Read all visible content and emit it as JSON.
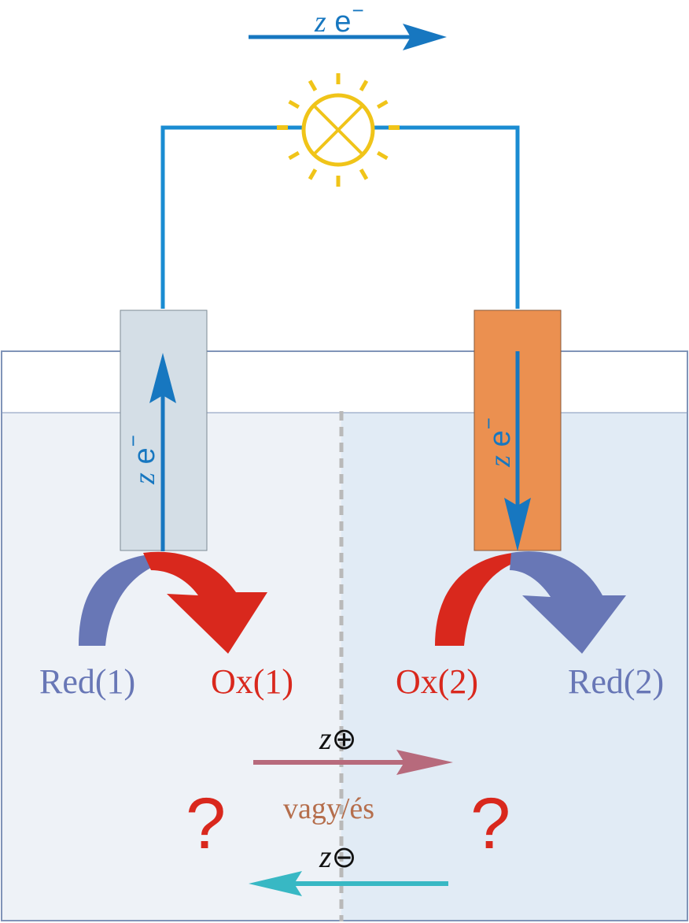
{
  "colors": {
    "wire": "#1a8cd2",
    "electron_arrow": "#1777c0",
    "lamp": "#f0c419",
    "left_electrode": "#d4dee6",
    "right_electrode": "#eb9050",
    "left_solution": "#eef2f7",
    "right_solution": "#e1ebf5",
    "tank_border": "#8094b8",
    "divider": "#b9b9b9",
    "red_species": "#6877b6",
    "ox_species": "#d9281d",
    "cation_arrow": "#b76a7c",
    "anion_arrow": "#38b8c4",
    "connector_text": "#b56e4c",
    "question": "#d9281d"
  },
  "electron_flow": {
    "top": {
      "z": "z",
      "e": "e",
      "charge": "−"
    },
    "left_electrode": {
      "z": "z",
      "e": "e",
      "charge": "−"
    },
    "right_electrode": {
      "z": "z",
      "e": "e",
      "charge": "−"
    }
  },
  "species": {
    "red1": "Red(1)",
    "ox1": "Ox(1)",
    "ox2": "Ox(2)",
    "red2": "Red(2)"
  },
  "ions": {
    "cation": {
      "z": "z",
      "symbol": "⊕"
    },
    "anion": {
      "z": "z",
      "symbol": "⊖"
    },
    "connector": "vagy/és",
    "question_left": "?",
    "question_right": "?"
  }
}
